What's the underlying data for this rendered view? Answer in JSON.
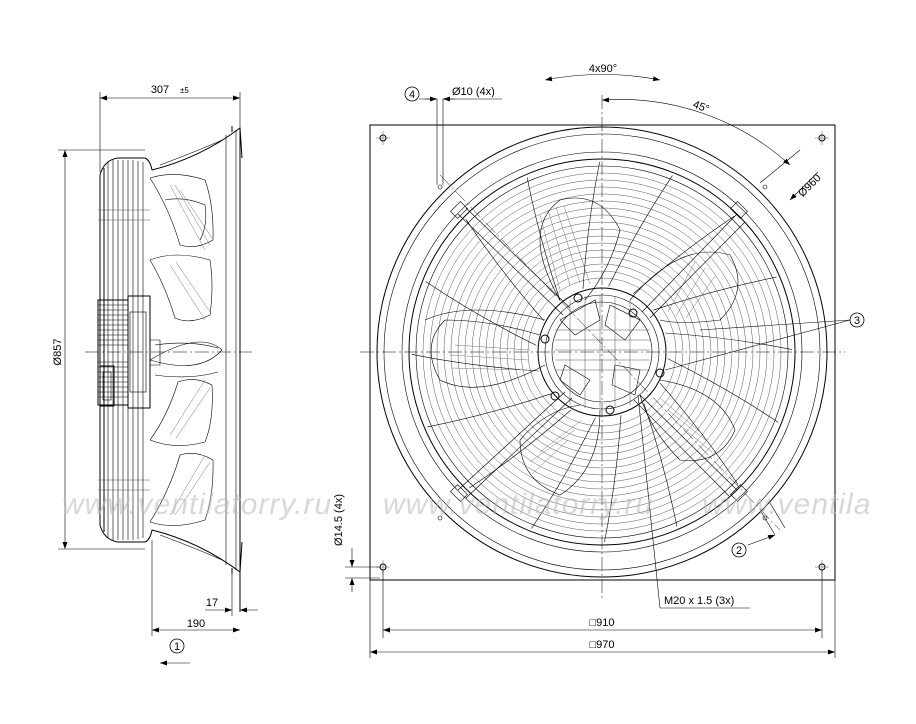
{
  "side_view": {
    "depth_label": "307",
    "depth_tolerance": "±5",
    "diameter_label": "Ø857",
    "flange_label": "17",
    "base_label": "190",
    "view_callout": "1"
  },
  "front_view": {
    "angle_label": "4x90°",
    "half_angle_label": "45°",
    "hole_diameter_label": "Ø10 (4x)",
    "callout_4": "4",
    "callout_3": "3",
    "callout_2": "2",
    "outer_diameter_label": "Ø960",
    "slot_label": "Ø14.5 (4x)",
    "thread_label": "M20 x 1.5 (3x)",
    "inner_square_label": "□910",
    "outer_square_label": "□970"
  },
  "watermark": {
    "text_1": "www.ventilatorry.ru",
    "text_2": "www.ventilatorry.ru",
    "text_3": "www.ventila"
  }
}
